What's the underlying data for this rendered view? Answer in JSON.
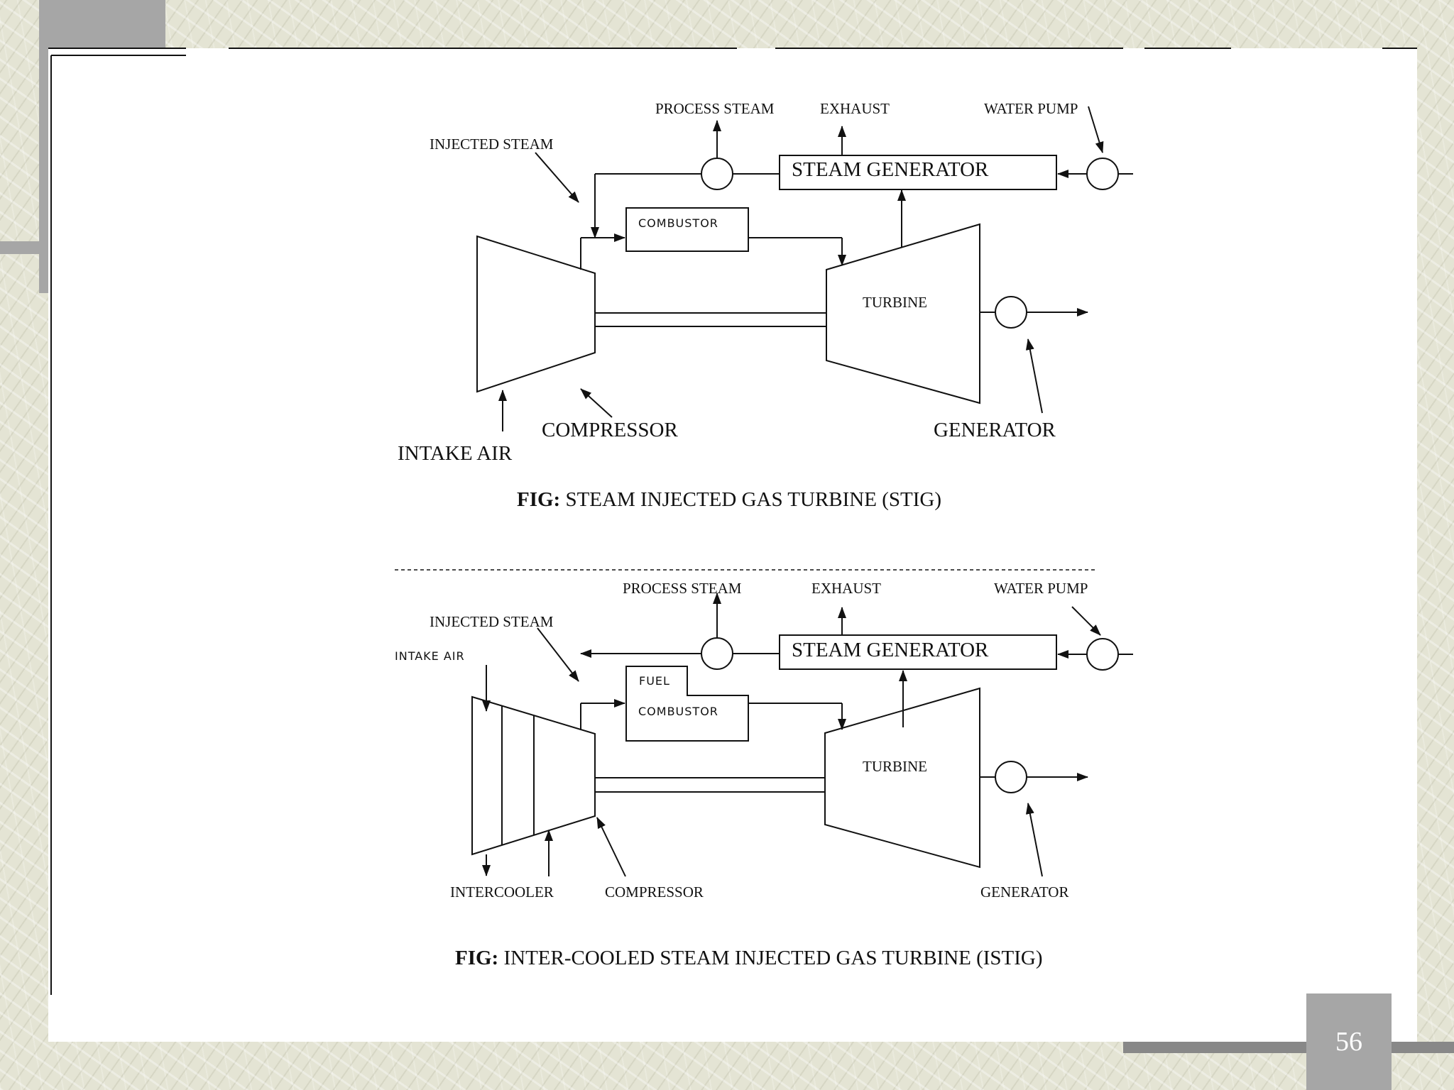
{
  "slide": {
    "page_number": "56",
    "colors": {
      "decor_gray": "#a6a6a6",
      "background": "#e4e4d4",
      "panel": "#ffffff",
      "ink": "#111111"
    }
  },
  "figure_stig": {
    "process_steam": "PROCESS STEAM",
    "exhaust": "EXHAUST",
    "water_pump": "WATER PUMP",
    "injected_steam": "INJECTED STEAM",
    "steam_generator": "STEAM GENERATOR",
    "combustor": "COMBUSTOR",
    "turbine": "TURBINE",
    "compressor": "COMPRESSOR",
    "intake_air": "INTAKE AIR",
    "generator": "GENERATOR",
    "caption_prefix": "FIG:",
    "caption_text": " STEAM INJECTED GAS TURBINE (STIG)"
  },
  "figure_istig": {
    "process_steam": "PROCESS STEAM",
    "exhaust": "EXHAUST",
    "water_pump": "WATER PUMP",
    "injected_steam": "INJECTED STEAM",
    "intake_air": "INTAKE AIR",
    "steam_generator": "STEAM GENERATOR",
    "fuel": "FUEL",
    "combustor": "COMBUSTOR",
    "turbine": "TURBINE",
    "intercooler": "INTERCOOLER",
    "compressor": "COMPRESSOR",
    "generator": "GENERATOR",
    "caption_prefix": "FIG:",
    "caption_text": " INTER-COOLED STEAM INJECTED GAS TURBINE (ISTIG)"
  }
}
